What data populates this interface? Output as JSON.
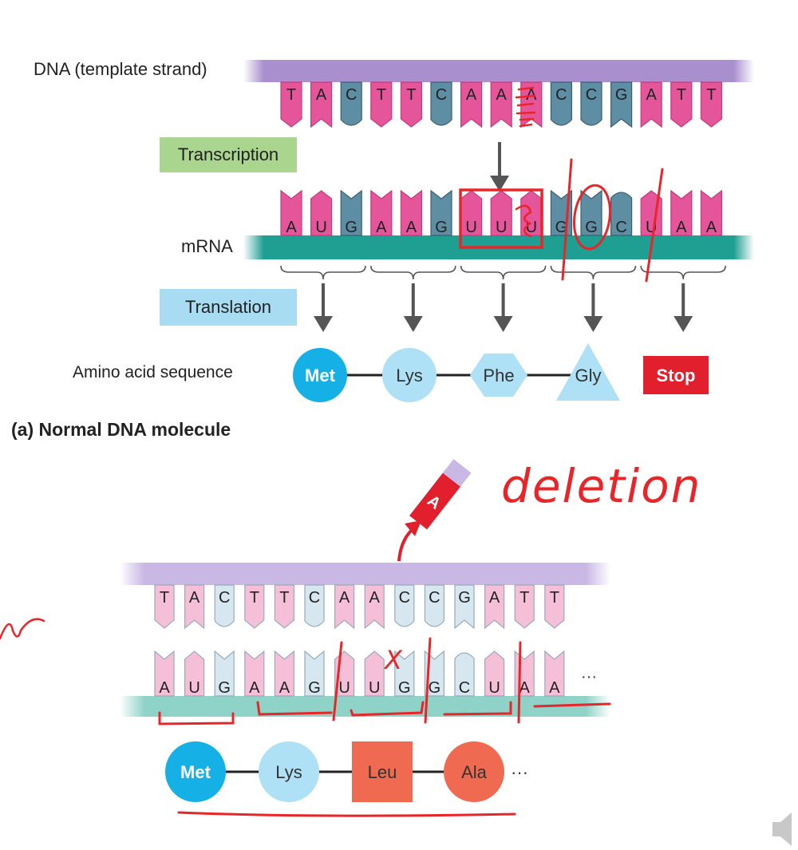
{
  "labels": {
    "dna_template": "DNA (template strand)",
    "transcription": "Transcription",
    "mrna": "mRNA",
    "translation": "Translation",
    "amino_acid_sequence": "Amino acid sequence",
    "panel_a": "(a) Normal DNA molecule"
  },
  "colors": {
    "backbone_purple": "#a98fce",
    "backbone_teal": "#1f9e92",
    "base_dark_pink": "#e5559a",
    "base_light_pink": "#f6bfd8",
    "base_dark_blue": "#5e8ea3",
    "base_light_blue": "#d6e7ef",
    "transcription_box": "#a9d58e",
    "translation_box": "#a7dcf3",
    "met": "#15b1e6",
    "light_blue": "#aee0f6",
    "stop": "#e21f2c",
    "leu": "#ef6a51",
    "annotation_red": "#e8262a",
    "arrow_grey": "#555555"
  },
  "normal": {
    "dna_bases": [
      "T",
      "A",
      "C",
      "T",
      "T",
      "C",
      "A",
      "A",
      "A",
      "C",
      "C",
      "G",
      "A",
      "T",
      "T"
    ],
    "mrna_bases": [
      "A",
      "U",
      "G",
      "A",
      "A",
      "G",
      "U",
      "U",
      "U",
      "G",
      "G",
      "C",
      "U",
      "A",
      "A"
    ],
    "amino_acids": [
      {
        "label": "Met",
        "shape": "circle",
        "color": "#15b1e6",
        "text_color": "#ffffff"
      },
      {
        "label": "Lys",
        "shape": "circle",
        "color": "#aee0f6",
        "text_color": "#333333"
      },
      {
        "label": "Phe",
        "shape": "hexagon",
        "color": "#aee0f6",
        "text_color": "#333333"
      },
      {
        "label": "Gly",
        "shape": "triangle",
        "color": "#aee0f6",
        "text_color": "#333333"
      },
      {
        "label": "Stop",
        "shape": "square",
        "color": "#e21f2c",
        "text_color": "#ffffff"
      }
    ]
  },
  "mutant": {
    "removed_base": "A",
    "dna_bases": [
      "T",
      "A",
      "C",
      "T",
      "T",
      "C",
      "A",
      "A",
      "C",
      "C",
      "G",
      "A",
      "T",
      "T"
    ],
    "mrna_bases": [
      "A",
      "U",
      "G",
      "A",
      "A",
      "G",
      "U",
      "U",
      "G",
      "G",
      "C",
      "U",
      "A",
      "A"
    ],
    "mrna_ellipsis": "···",
    "amino_acids": [
      {
        "label": "Met",
        "shape": "circle",
        "color": "#15b1e6",
        "text_color": "#ffffff"
      },
      {
        "label": "Lys",
        "shape": "circle",
        "color": "#aee0f6",
        "text_color": "#333333"
      },
      {
        "label": "Leu",
        "shape": "square",
        "color": "#ef6a51",
        "text_color": "#333333"
      },
      {
        "label": "Ala",
        "shape": "circle",
        "color": "#ef6a51",
        "text_color": "#333333"
      }
    ],
    "chain_ellipsis": "···"
  },
  "handwriting": {
    "title": "deletion",
    "cross": "X"
  }
}
